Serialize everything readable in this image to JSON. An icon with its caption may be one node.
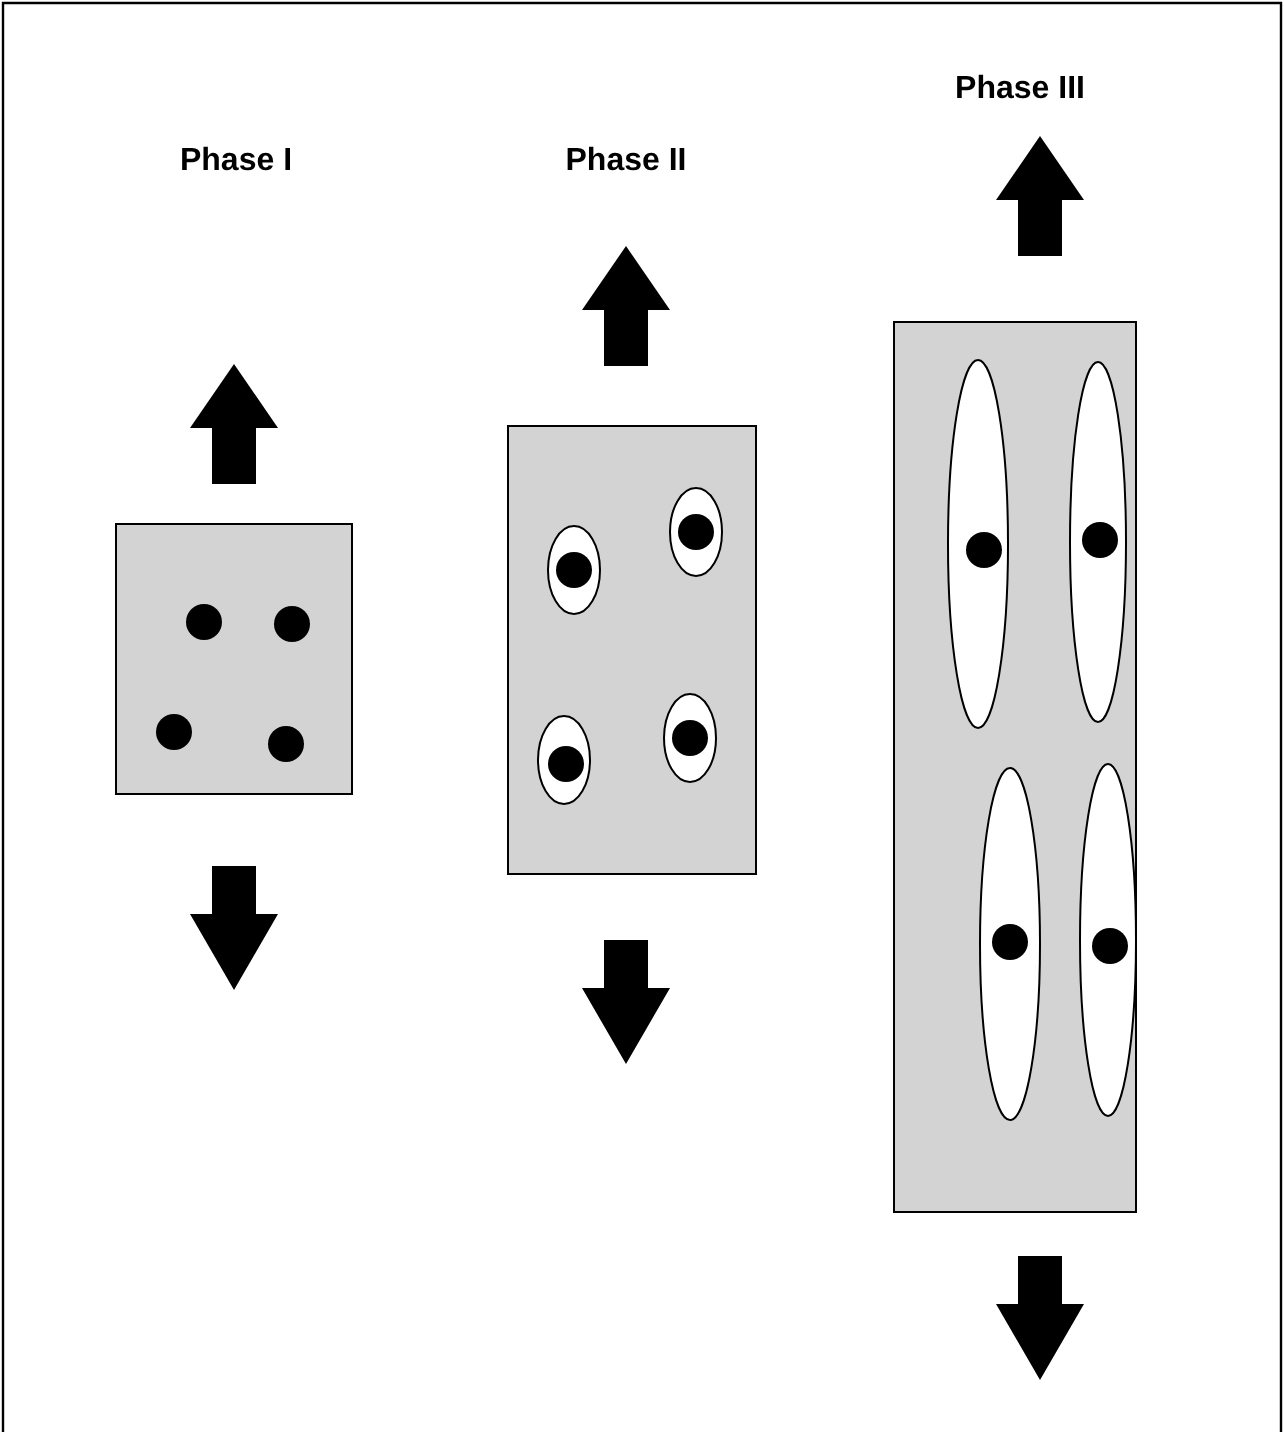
{
  "diagram": {
    "labels": [
      "Phase I",
      "Phase II",
      "Phase III"
    ]
  }
}
